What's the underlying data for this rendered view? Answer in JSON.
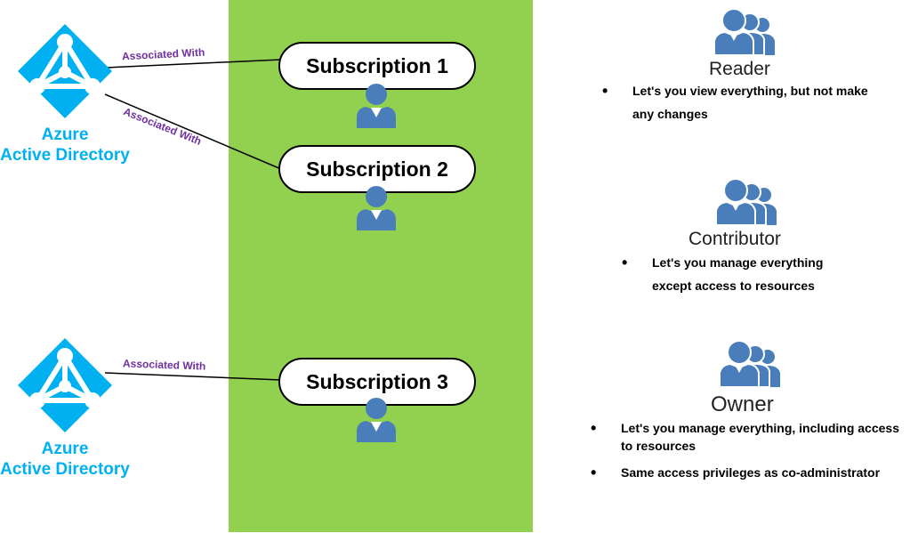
{
  "directories": [
    {
      "line1": "Azure",
      "line2": "Active Directory"
    },
    {
      "line1": "Azure",
      "line2": "Active Directory"
    }
  ],
  "associations": [
    {
      "label": "Associated With"
    },
    {
      "label": "Associated With"
    },
    {
      "label": "Associated With"
    }
  ],
  "subscriptions": [
    {
      "label": "Subscription 1"
    },
    {
      "label": "Subscription 2"
    },
    {
      "label": "Subscription 3"
    }
  ],
  "roles": [
    {
      "title": "Reader",
      "items": [
        "Let's you view everything, but not make any changes"
      ]
    },
    {
      "title": "Contributor",
      "items": [
        "Let's you manage everything except access to resources"
      ]
    },
    {
      "title": "Owner",
      "items": [
        "Let's you manage everything, including access to resources",
        "Same access privileges as co-administrator"
      ]
    }
  ],
  "icons": {
    "directory": "azure-active-directory-icon",
    "user": "user-icon",
    "group": "user-group-icon"
  },
  "colors": {
    "panel": "#92d050",
    "azure": "#00b0f0",
    "association": "#7030a0",
    "person": "#4a7ebb"
  }
}
